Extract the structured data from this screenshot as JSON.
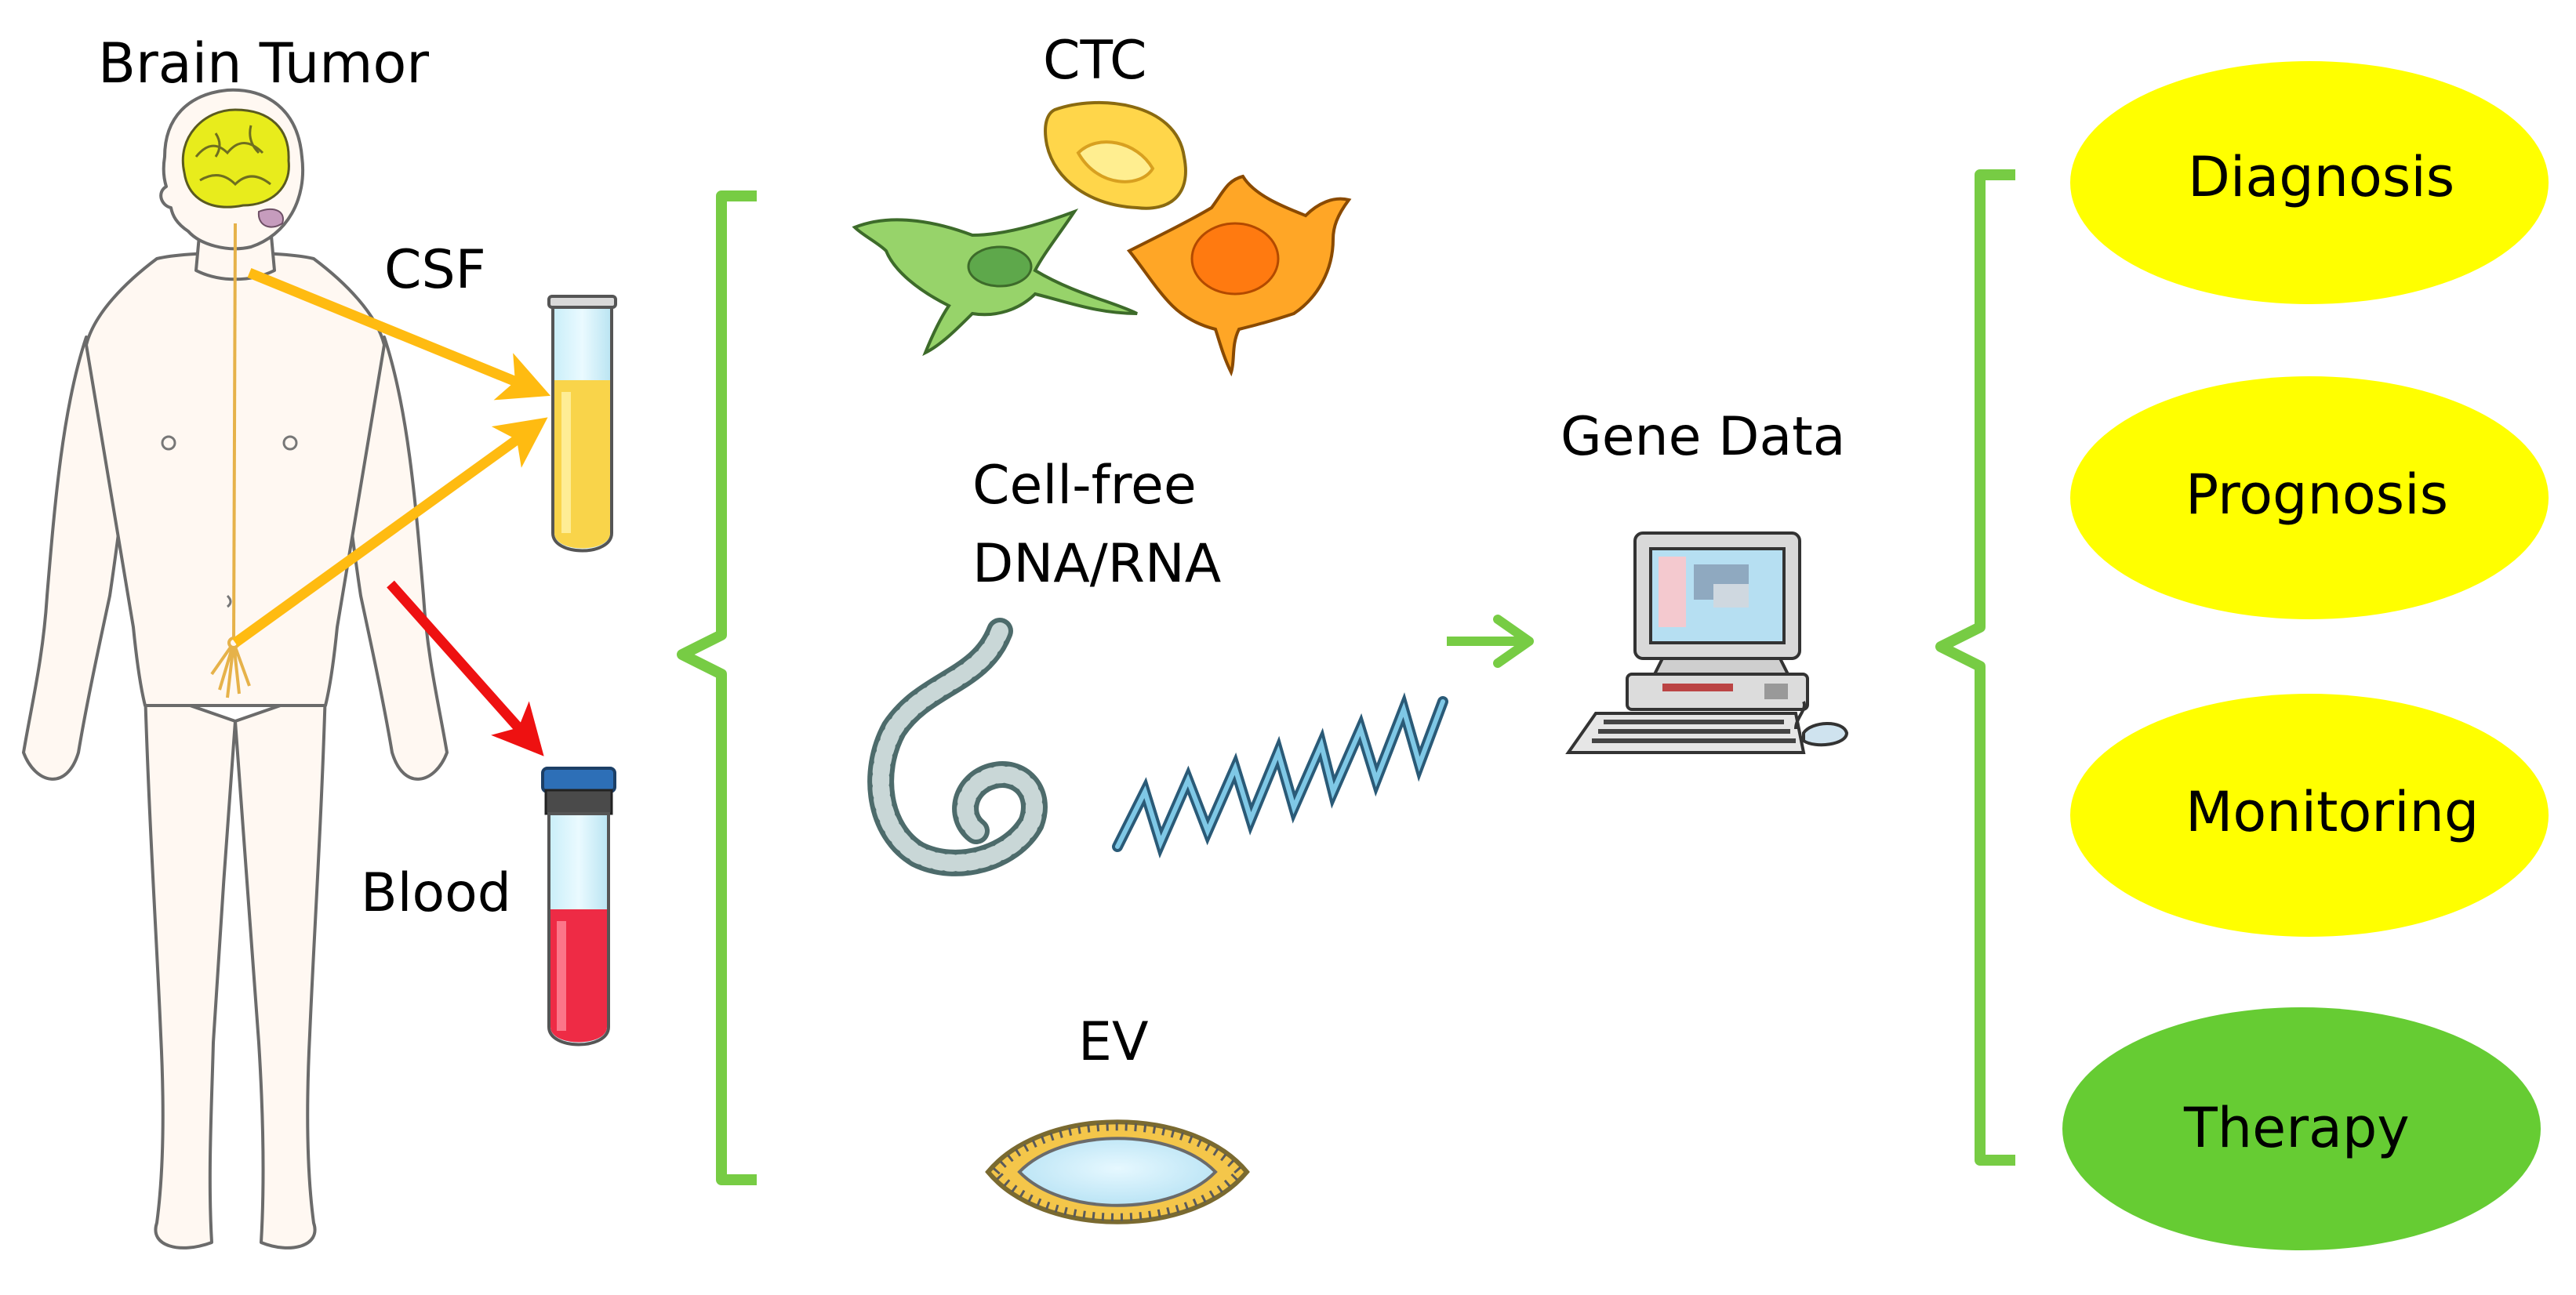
{
  "labels": {
    "brain_tumor": "Brain Tumor",
    "csf": "CSF",
    "blood": "Blood",
    "ctc": "CTC",
    "cell_free": "Cell-free\nDNA/RNA",
    "ev": "EV",
    "gene_data": "Gene Data"
  },
  "outcomes": [
    {
      "label": "Diagnosis",
      "color": "#ffff00"
    },
    {
      "label": "Prognosis",
      "color": "#ffff00"
    },
    {
      "label": "Monitoring",
      "color": "#ffff00"
    },
    {
      "label": "Therapy",
      "color": "#66cc33"
    }
  ],
  "colors": {
    "arrow_csf": "#ffbb11",
    "arrow_blood": "#ee1111",
    "bracket": "#77cc44",
    "arrow_gene": "#77cc44",
    "csf_fluid": "#f9d44a",
    "blood_fluid": "#ee2b45"
  }
}
